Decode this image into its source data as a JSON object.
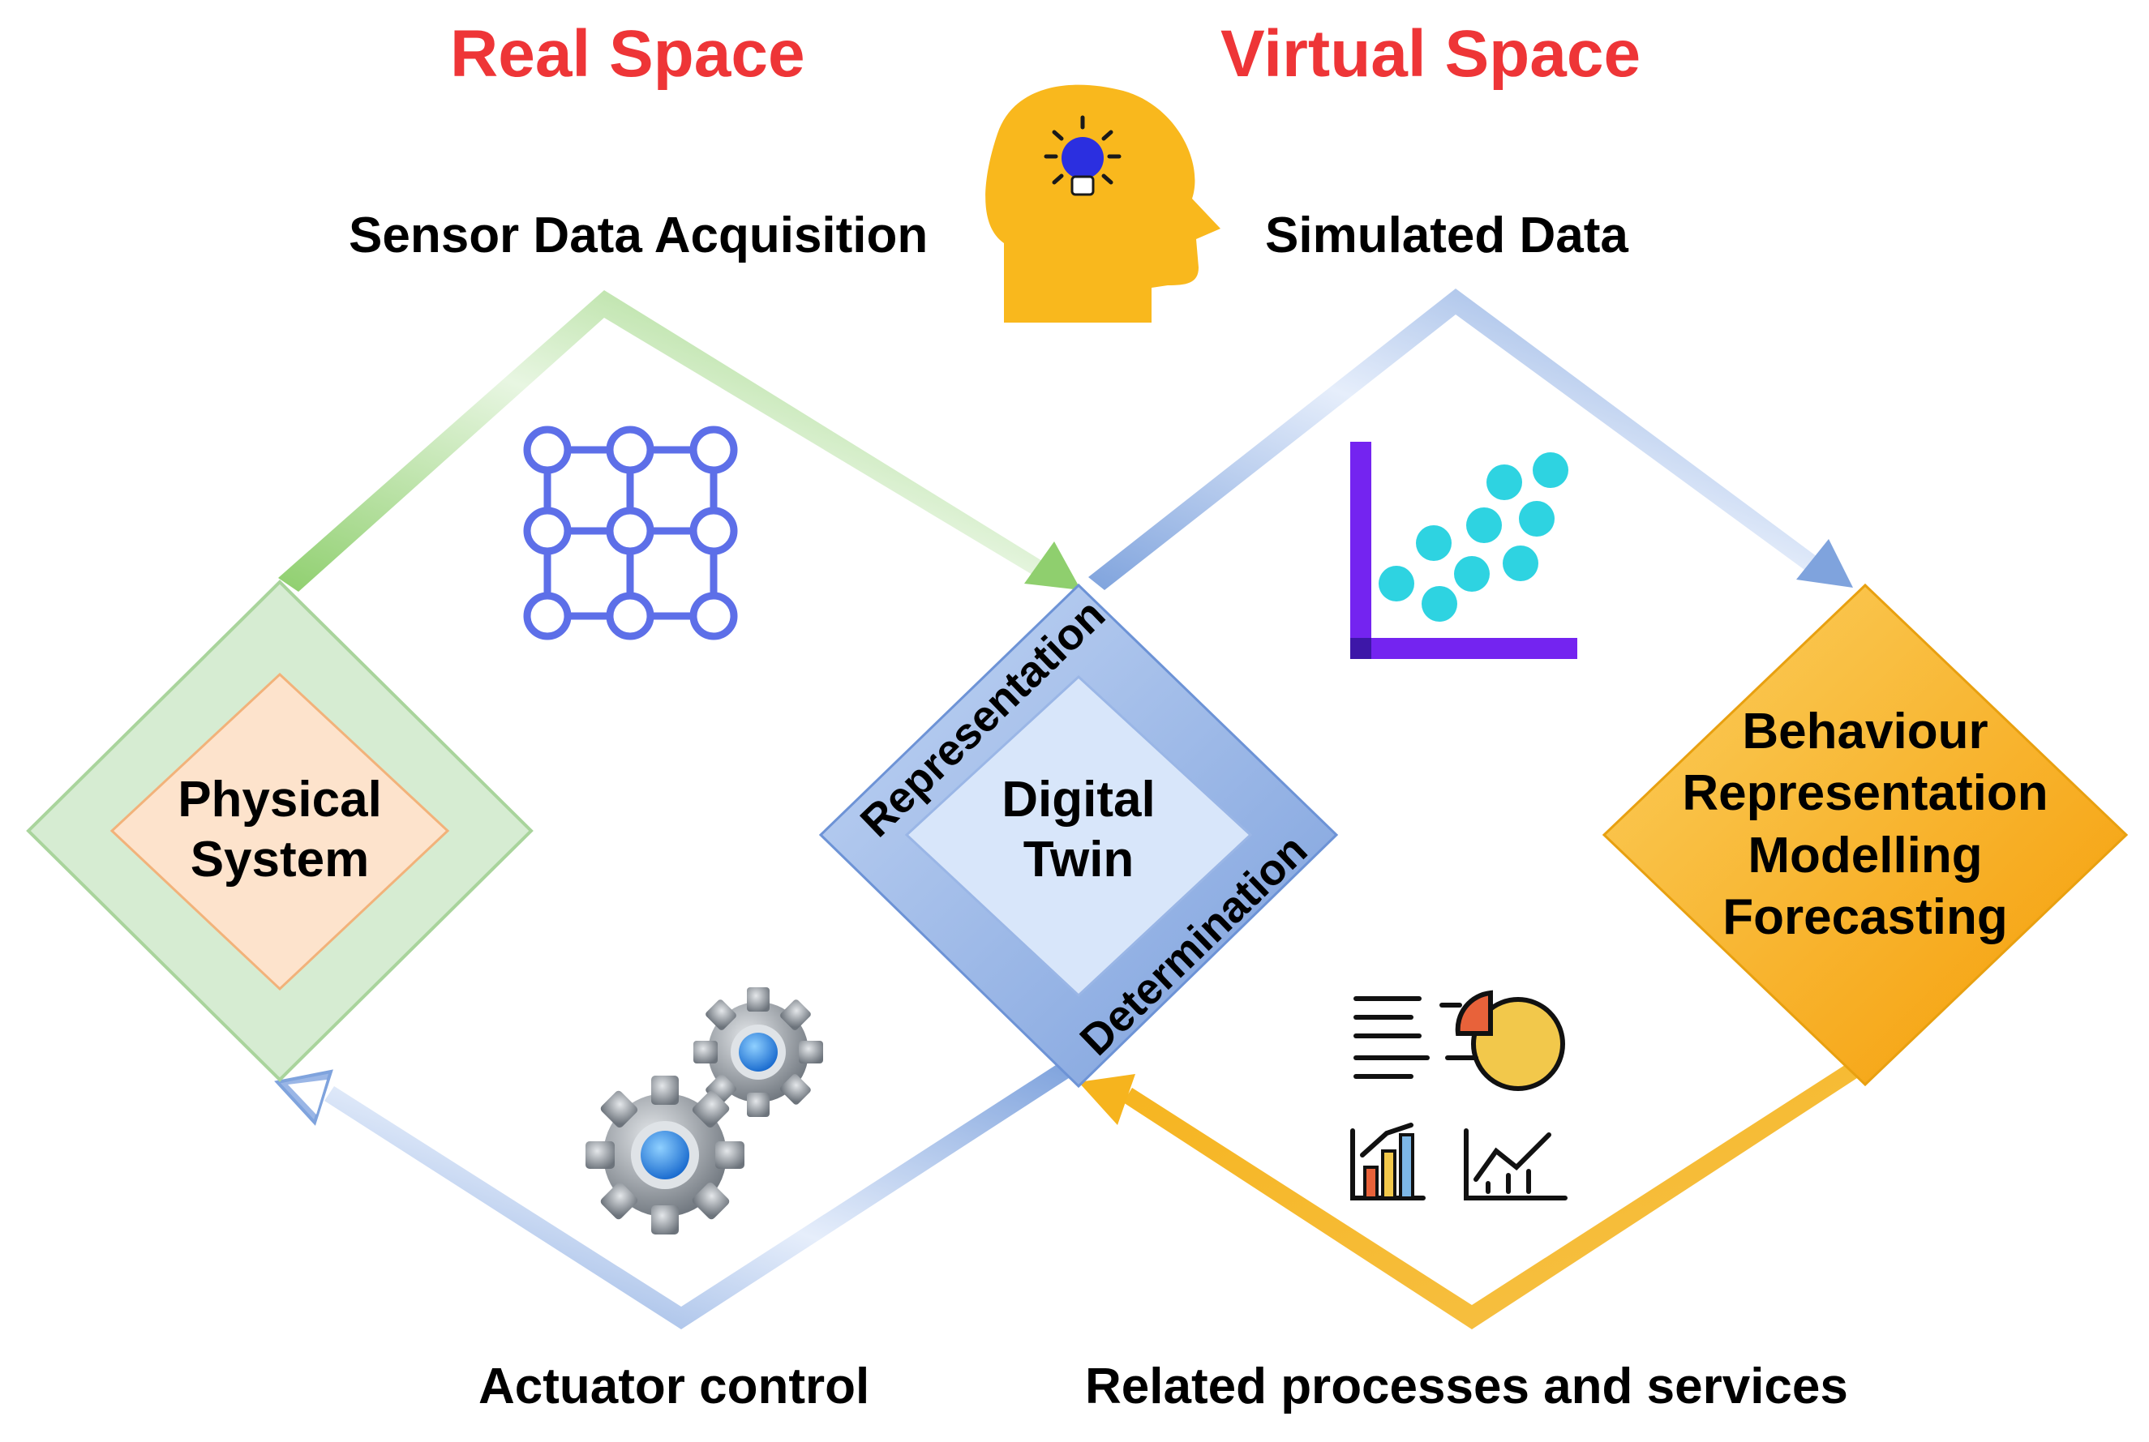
{
  "titles": {
    "real": "Real Space",
    "virtual": "Virtual Space"
  },
  "labels": {
    "sensor": "Sensor Data Acquisition",
    "simulated": "Simulated Data",
    "actuator": "Actuator control",
    "related": "Related processes and services"
  },
  "boxes": {
    "physical": [
      "Physical",
      "System"
    ],
    "digital_twin": [
      "Digital",
      "Twin"
    ],
    "digital_twin_edges": {
      "upper": "Representation",
      "lower": "Determination"
    },
    "behaviour": [
      "Behaviour",
      "Representation",
      "Modelling",
      "Forecasting"
    ]
  },
  "colors": {
    "title_red": "#ee3537",
    "green_arrow": "#8fcf6e",
    "blue_arrow": "#8fb0e4",
    "orange_arrow": "#f6b41e",
    "physical_outer": "#d6ecd2",
    "physical_inner": "#fde3cc",
    "twin_outer": "#9db9e8",
    "twin_inner": "#d8e6fa",
    "behaviour": "#f9b122",
    "head": "#f9b81d",
    "bulb": "#2b2fe0",
    "network": "#5d6fe8",
    "scatter_axis": "#7424f0",
    "scatter_dot": "#2ed3e1",
    "gear": "#8a9097"
  },
  "icons": [
    "head-lightbulb-icon",
    "network-grid-icon",
    "scatter-plot-icon",
    "gears-icon",
    "report-charts-icon"
  ]
}
